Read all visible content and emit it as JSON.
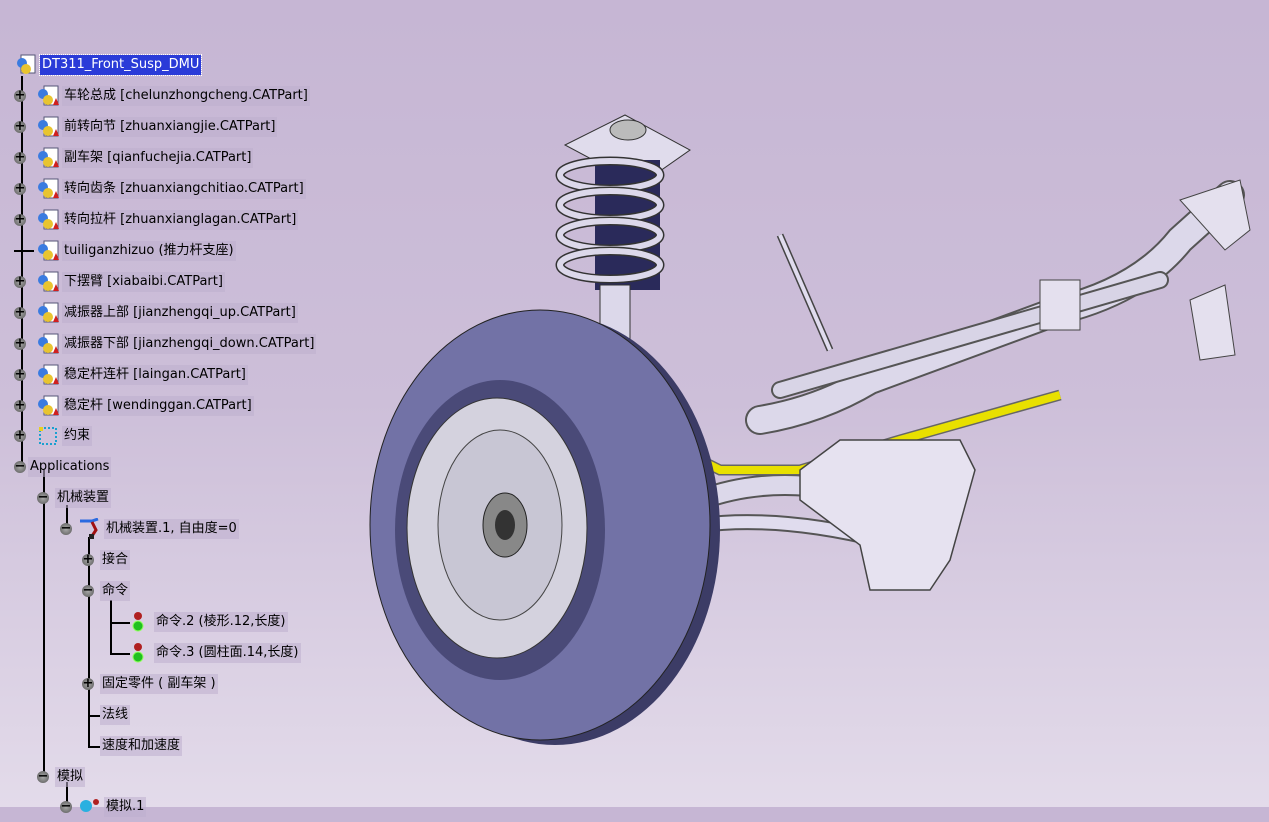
{
  "tree": {
    "root": "DT311_Front_Susp_DMU",
    "parts": [
      "车轮总成 [chelunzhongcheng.CATPart]",
      "前转向节 [zhuanxiangjie.CATPart]",
      "副车架 [qianfuchejia.CATPart]",
      "转向齿条 [zhuanxiangchitiao.CATPart]",
      "转向拉杆 [zhuanxianglagan.CATPart]",
      "tuiliganzhizuo (推力杆支座)",
      "下摆臂 [xiabaibi.CATPart]",
      "减振器上部 [jianzhengqi_up.CATPart]",
      "减振器下部 [jianzhengqi_down.CATPart]",
      "稳定杆连杆 [laingan.CATPart]",
      "稳定杆 [wendinggan.CATPart]"
    ],
    "constraints": "约束",
    "applications": "Applications",
    "mechanisms": "机械装置",
    "mechanism1": "机械装置.1, 自由度=0",
    "joints": "接合",
    "commands": "命令",
    "command2": "命令.2 (棱形.12,长度)",
    "command3": "命令.3 (圆柱面.14,长度)",
    "fixed_part": "固定零件 ( 副车架 )",
    "laws": "法线",
    "speed_accel": "速度和加速度",
    "simulation": "模拟",
    "simulation1": "模拟.1"
  },
  "colors": {
    "selection": "#2a3bd8",
    "tire": "#7272a6",
    "stabilizer": "#e8e000",
    "background": "#c6b6d4"
  }
}
